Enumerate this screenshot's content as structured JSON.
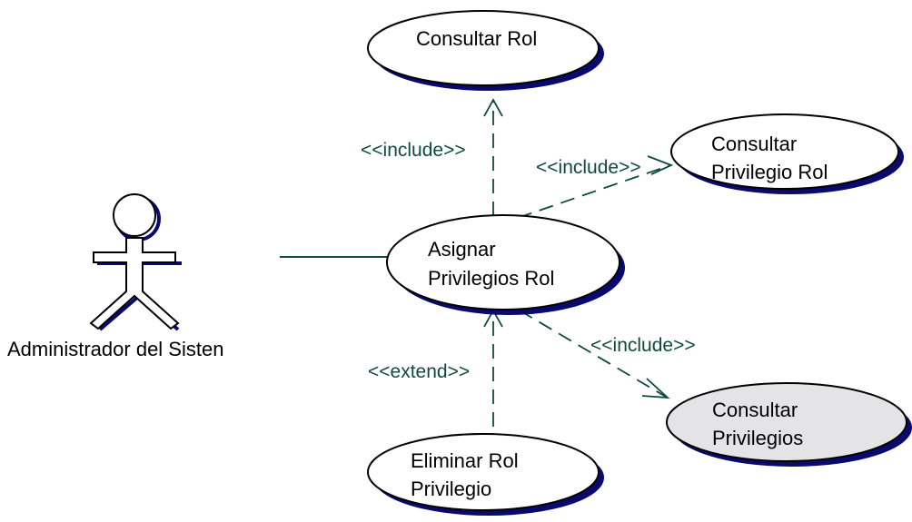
{
  "colors": {
    "shadow": "#0a0a6e",
    "relation": "#0f4a3f",
    "stroke": "#000000",
    "fill_default": "#ffffff",
    "fill_highlight": "#e4e4e6"
  },
  "actor": {
    "label": "Administrador del Sisten"
  },
  "use_cases": {
    "consultar_rol": {
      "lines": [
        "Consultar Rol"
      ]
    },
    "consultar_privilegio_rol": {
      "lines": [
        "Consultar",
        "Privilegio Rol"
      ]
    },
    "asignar_privilegios_rol": {
      "lines": [
        "Asignar",
        "Privilegios Rol"
      ]
    },
    "consultar_privilegios": {
      "lines": [
        "Consultar",
        "Privilegios"
      ]
    },
    "eliminar_rol_privilegio": {
      "lines": [
        "Eliminar Rol",
        "Privilegio"
      ]
    }
  },
  "relations": {
    "include_consultar_rol": "<<include>>",
    "include_consultar_privilegio_rol": "<<include>>",
    "include_consultar_privilegios": "<<include>>",
    "extend_eliminar": "<<extend>>"
  }
}
